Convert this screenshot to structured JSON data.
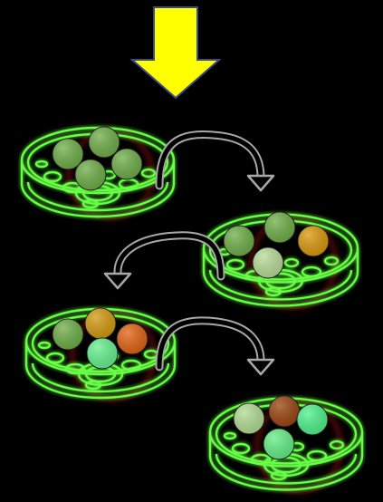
{
  "colors": {
    "background": "#000000",
    "arrow_fill": "#ffff00",
    "arrow_stroke": "#3a4a8a",
    "dish_line": "#66ff44",
    "dish_glow": "#7a1010",
    "flow_arrow": "#a8a8a8"
  },
  "dishes": [
    {
      "name": "dish-1",
      "colonies": [
        "#6fae48",
        "#6fae48",
        "#6fae48",
        "#6fae48"
      ]
    },
    {
      "name": "dish-2",
      "colonies": [
        "#6fae48",
        "#6fae48",
        "#b8dc98",
        "#d9980c"
      ]
    },
    {
      "name": "dish-3",
      "colonies": [
        "#6fae48",
        "#d29a10",
        "#e06414",
        "#66f290"
      ]
    },
    {
      "name": "dish-4",
      "colonies": [
        "#b2dc94",
        "#9c4410",
        "#66ee88",
        "#4ff28c"
      ]
    }
  ]
}
